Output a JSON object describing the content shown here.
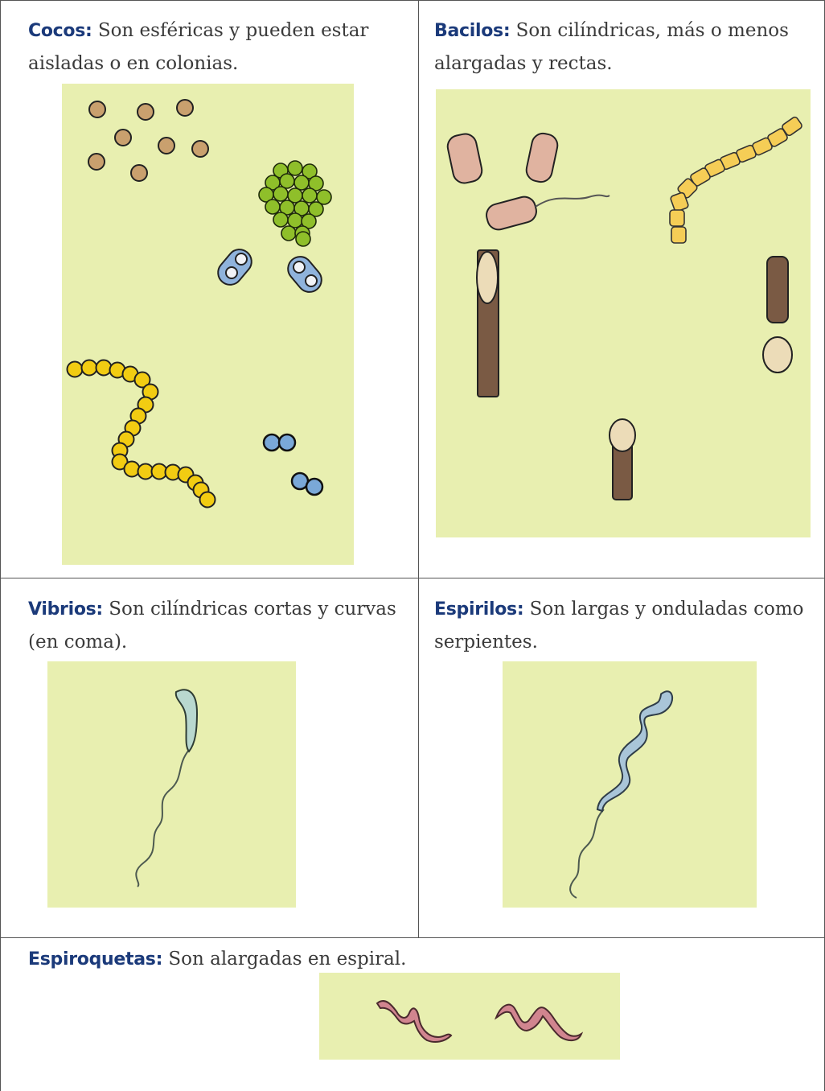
{
  "cells": {
    "cocos": {
      "term": "Cocos:",
      "text": "Son esféricas y pueden estar aisladas o en colonias."
    },
    "bacilos": {
      "term": "Bacilos:",
      "text": "Son cilíndricas, más o menos alargadas y rectas."
    },
    "vibrios": {
      "term": "Vibrios:",
      "text": "Son cilíndricas cortas y curvas (en coma)."
    },
    "espirilos": {
      "term": "Espirilos:",
      "text": "Son largas y onduladas como serpientes."
    },
    "espiroquetas": {
      "term": "Espiroquetas:",
      "text": "Son alargadas en espiral."
    }
  },
  "colors": {
    "panel_bg": "#e8efb0",
    "term_color": "#1b3a7a",
    "border": "#555555"
  }
}
